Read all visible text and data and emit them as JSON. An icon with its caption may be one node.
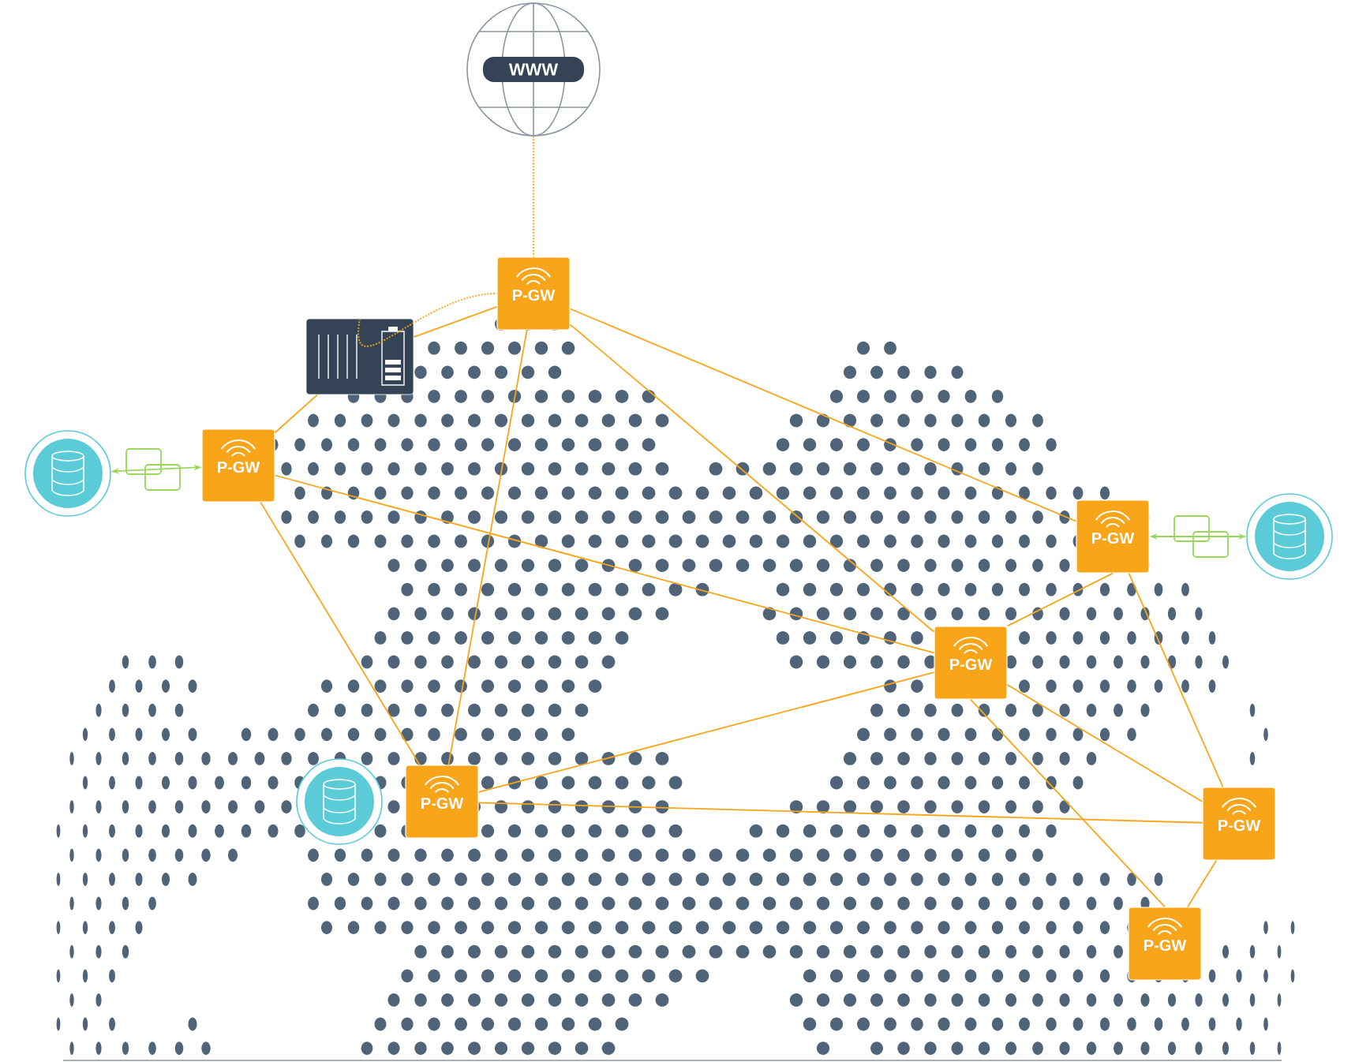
{
  "diagram": {
    "nodes": [
      {
        "text": [
          "WWW"
        ]
      },
      {
        "text": [],
        "shape": "picture"
      },
      {
        "text": [
          "P-GW"
        ]
      },
      {
        "text": [],
        "shape": "circle"
      },
      {
        "text": [
          "P-GW"
        ]
      },
      {
        "text": [
          "P-GW"
        ]
      },
      {
        "text": [],
        "shape": "circle"
      },
      {
        "text": [
          "P-GW"
        ]
      },
      {
        "text": [],
        "shape": "circle"
      },
      {
        "text": [
          "P-GW"
        ]
      },
      {
        "text": [
          "P-GW"
        ]
      },
      {
        "text": [
          "P-GW"
        ]
      }
    ],
    "edges": [
      {
        "from": 0,
        "to": 2,
        "arrow": "none",
        "style": "dashed"
      },
      {
        "from": 1,
        "to": 2,
        "arrow": "none",
        "style": "dashed"
      },
      {
        "from": 4,
        "to": 1,
        "arrow": "none"
      },
      {
        "from": 1,
        "to": 2,
        "arrow": "none"
      },
      {
        "from": 3,
        "to": 4,
        "arrow": "both",
        "color": "#9ad65a"
      },
      {
        "from": 6,
        "to": 5,
        "arrow": "both",
        "color": "#9ad65a"
      },
      {
        "from": 2,
        "to": 9,
        "arrow": "none"
      },
      {
        "from": 2,
        "to": 7,
        "arrow": "none"
      },
      {
        "from": 2,
        "to": 5,
        "arrow": "none"
      },
      {
        "from": 4,
        "to": 7,
        "arrow": "none"
      },
      {
        "from": 4,
        "to": 9,
        "arrow": "none"
      },
      {
        "from": 9,
        "to": 7,
        "arrow": "none"
      },
      {
        "from": 9,
        "to": 10,
        "arrow": "none"
      },
      {
        "from": 7,
        "to": 5,
        "arrow": "none"
      },
      {
        "from": 7,
        "to": 10,
        "arrow": "none"
      },
      {
        "from": 7,
        "to": 11,
        "arrow": "none"
      },
      {
        "from": 5,
        "to": 10,
        "arrow": "none"
      },
      {
        "from": 10,
        "to": 11,
        "arrow": "none"
      }
    ]
  }
}
